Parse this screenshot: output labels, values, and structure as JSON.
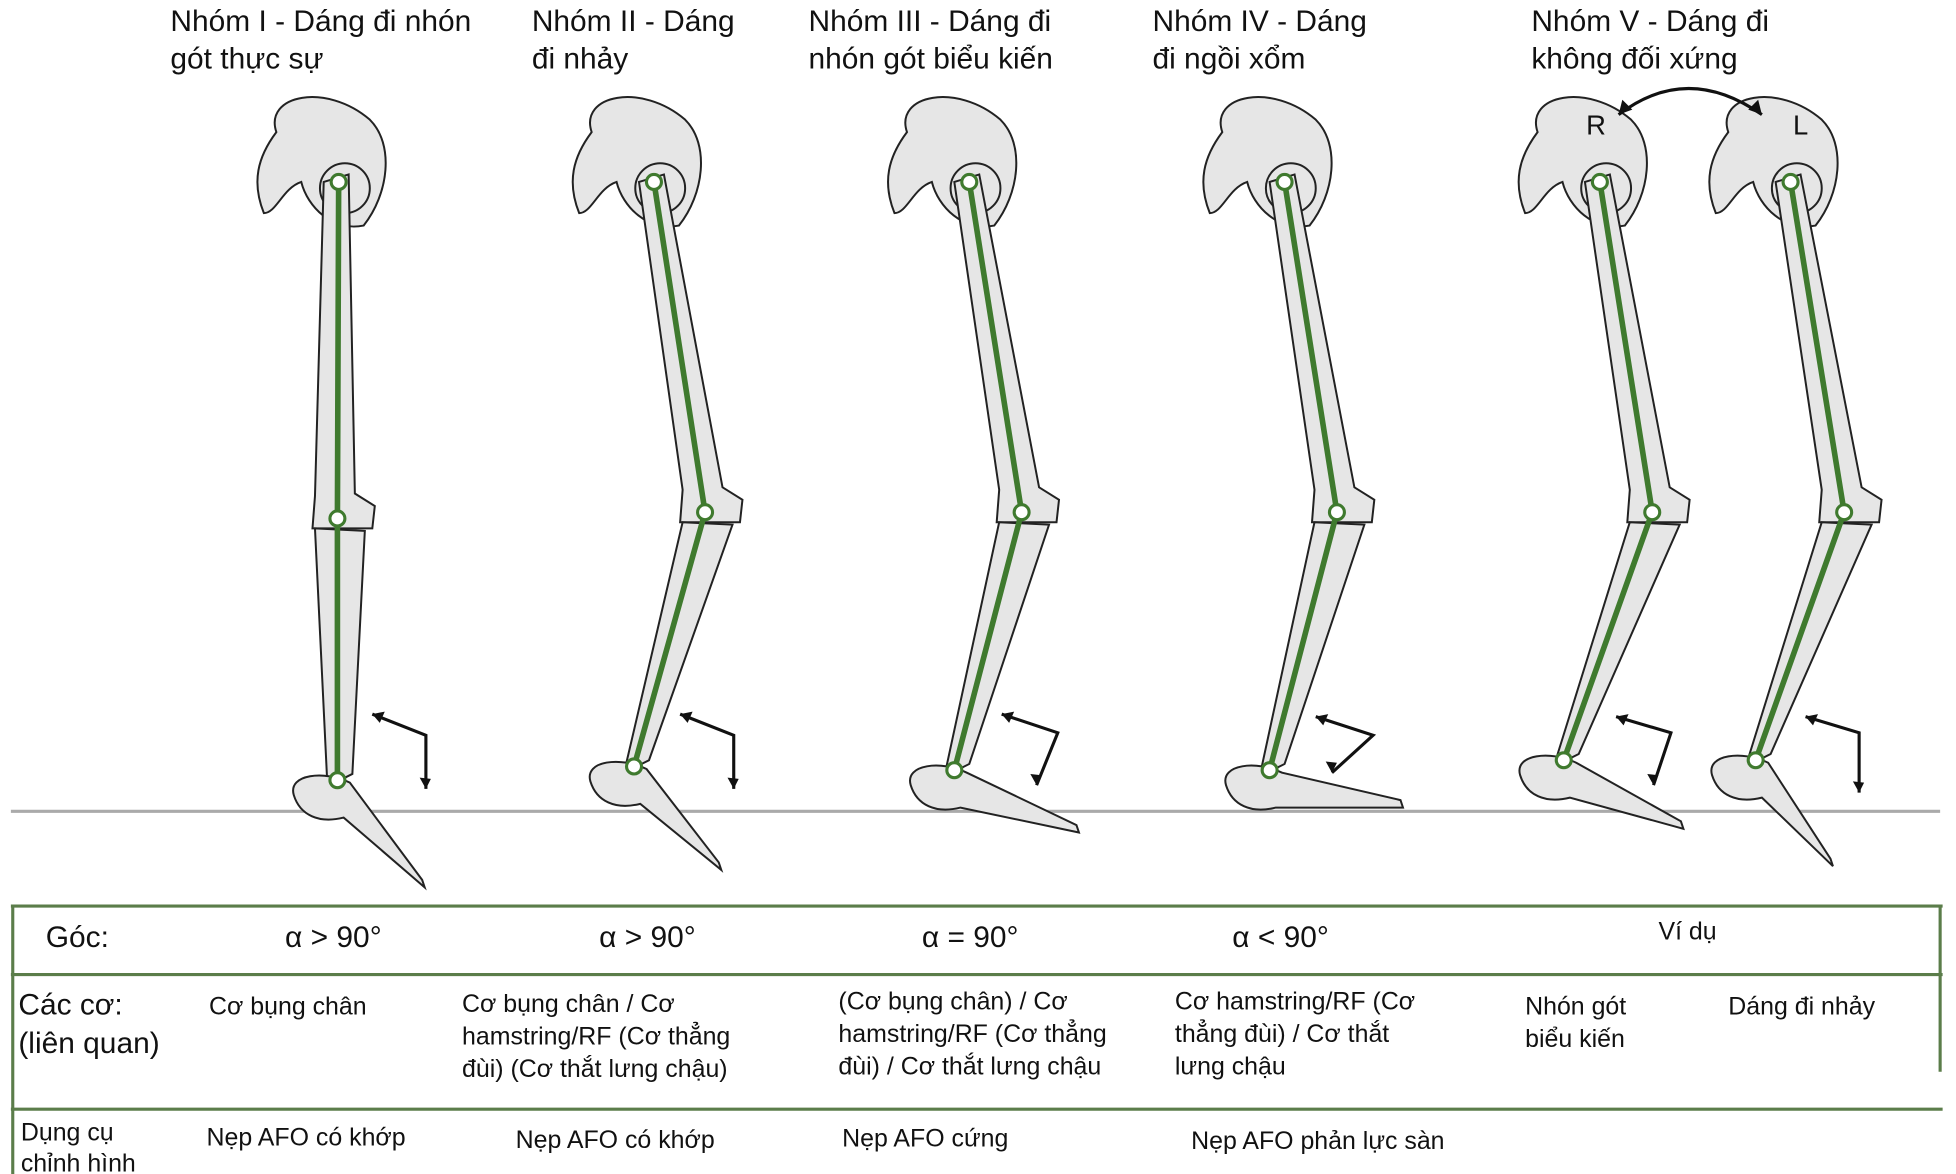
{
  "titles": [
    [
      "Nhóm I - Dáng đi nhón",
      "gót thực sự"
    ],
    [
      "Nhóm II - Dáng",
      "đi nhảy"
    ],
    [
      "Nhóm III - Dáng đi",
      "nhón gót biểu kiến"
    ],
    [
      "Nhóm IV - Dáng",
      "đi ngồi xổm"
    ],
    [
      "Nhóm V - Dáng đi",
      "không đối xứng"
    ]
  ],
  "side_labels": {
    "right": "R",
    "left": "L"
  },
  "table": {
    "angle_header": "Góc:",
    "angles": [
      "α > 90°",
      "α > 90°",
      "α = 90°",
      "α < 90°"
    ],
    "example_label": "Ví dụ",
    "muscles_header": [
      "Các cơ:",
      "(liên quan)"
    ],
    "muscles": [
      [
        "Cơ bụng chân"
      ],
      [
        "Cơ bụng chân / Cơ",
        "hamstring/RF (Cơ thẳng",
        "đùi) (Cơ thắt lưng chậu)"
      ],
      [
        "(Cơ bụng chân) / Cơ",
        "hamstring/RF (Cơ thẳng",
        "đùi) / Cơ thắt lưng chậu"
      ],
      [
        "Cơ hamstring/RF (Cơ",
        "thẳng đùi) / Cơ thắt",
        "lưng chậu"
      ],
      [
        "Nhón gót",
        "biểu kiến"
      ],
      [
        "Dáng đi nhảy"
      ]
    ],
    "orthosis_header": [
      "Dụng cụ",
      "chỉnh hình"
    ],
    "orthoses": [
      "Nẹp AFO có khớp",
      "Nẹp AFO có khớp",
      "Nẹp AFO cứng",
      "Nẹp AFO phản lực sàn"
    ]
  },
  "colors": {
    "axis": "#3f7a2e",
    "rule": "#5b7d4a",
    "ground": "#aaaaaa"
  }
}
